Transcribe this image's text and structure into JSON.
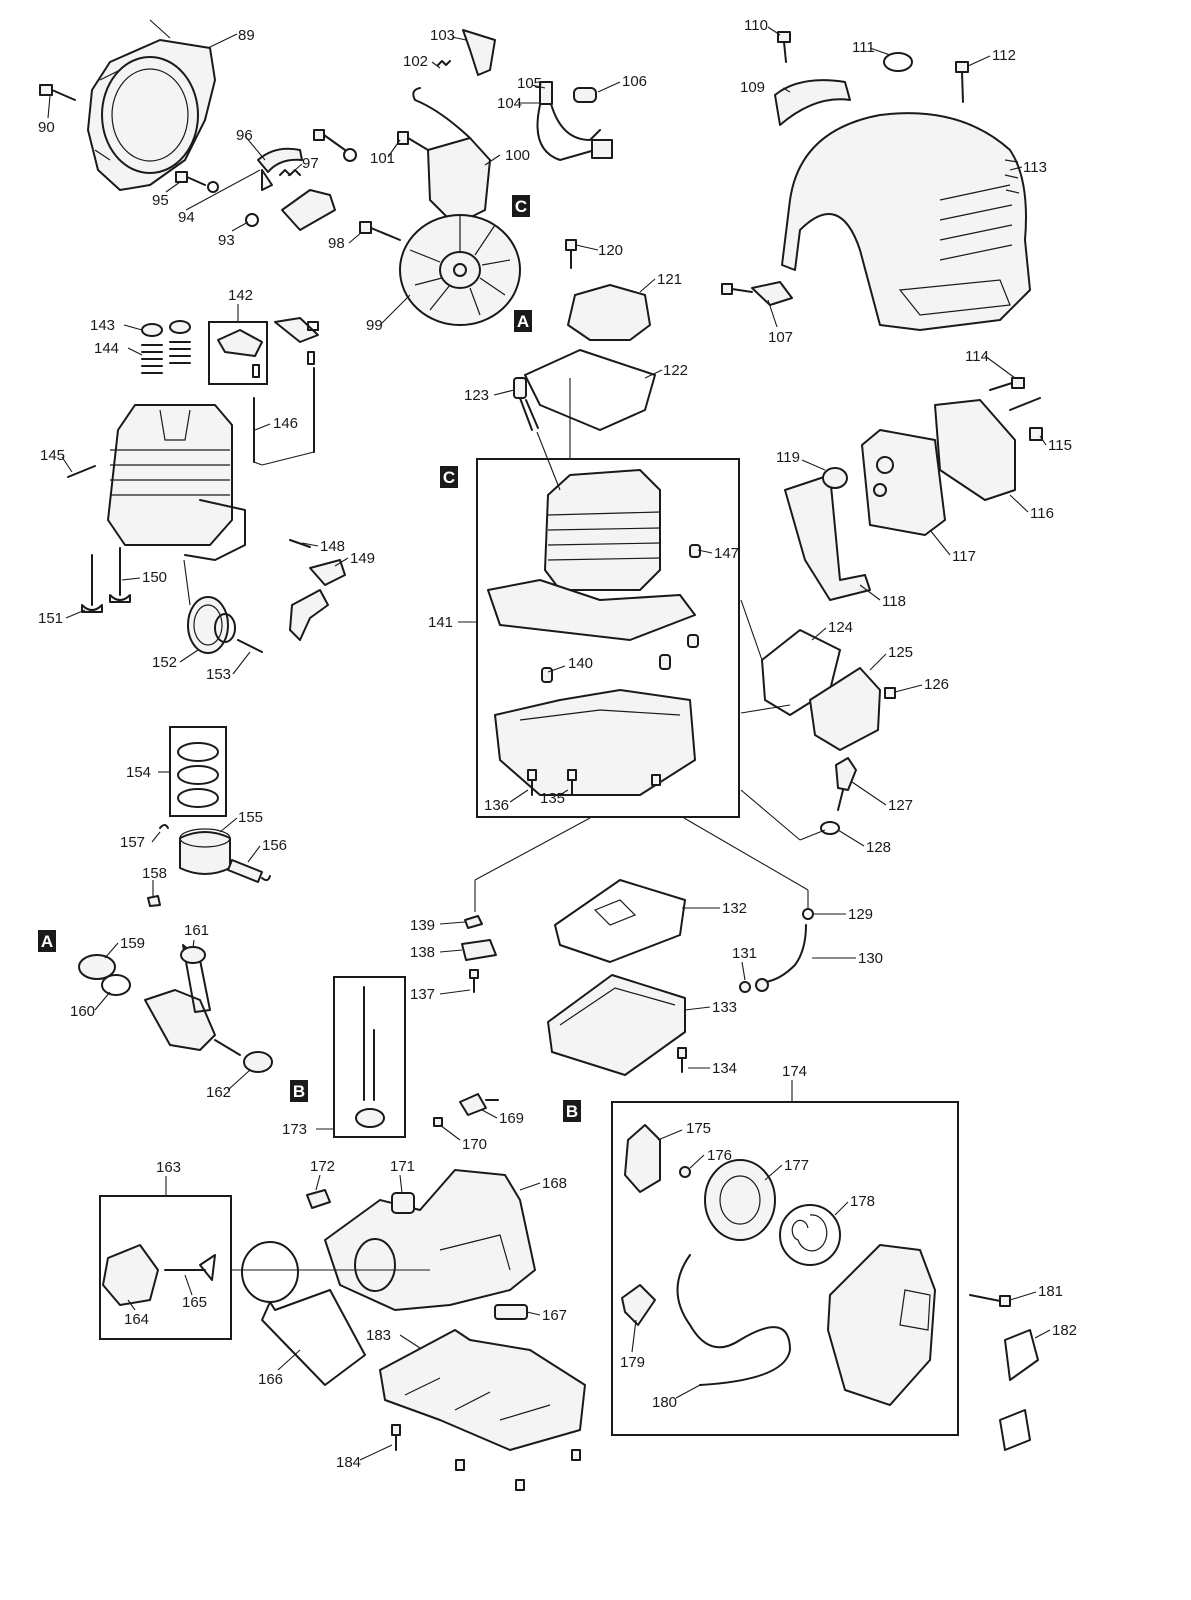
{
  "labels": [
    "89",
    "90",
    "94",
    "95",
    "93",
    "96",
    "97",
    "101",
    "100",
    "102",
    "103",
    "104",
    "105",
    "106",
    "98",
    "99",
    "110",
    "109",
    "111",
    "112",
    "113",
    "107",
    "142",
    "143",
    "144",
    "145",
    "146",
    "120",
    "121",
    "122",
    "123",
    "141",
    "147",
    "140",
    "136",
    "135",
    "148",
    "149",
    "150",
    "151",
    "152",
    "153",
    "114",
    "115",
    "116",
    "117",
    "118",
    "119",
    "124",
    "125",
    "126",
    "127",
    "128",
    "154",
    "155",
    "157",
    "156",
    "158",
    "139",
    "138",
    "137",
    "132",
    "133",
    "134",
    "129",
    "130",
    "131",
    "159",
    "160",
    "161",
    "162",
    "163",
    "164",
    "165",
    "166",
    "167",
    "168",
    "169",
    "170",
    "171",
    "172",
    "173",
    "174",
    "175",
    "176",
    "177",
    "178",
    "179",
    "180",
    "181",
    "182",
    "183",
    "184"
  ],
  "refs": [
    "A",
    "B",
    "C"
  ]
}
